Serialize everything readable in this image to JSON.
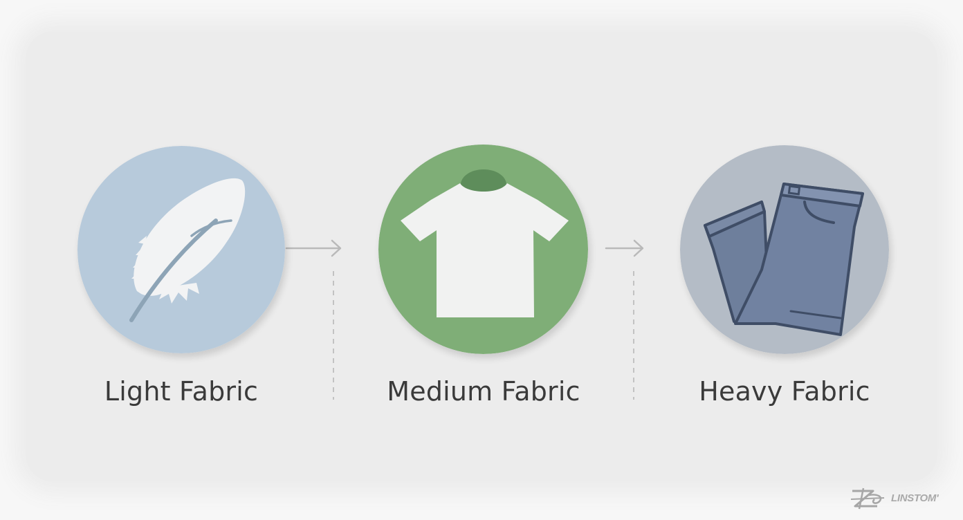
{
  "items": [
    {
      "label": "Light Fabric",
      "icon": "feather-icon",
      "color": "#b7cadb"
    },
    {
      "label": "Medium Fabric",
      "icon": "tshirt-icon",
      "color": "#7fae77"
    },
    {
      "label": "Heavy Fabric",
      "icon": "jeans-icon",
      "color": "#b4bcc6"
    }
  ],
  "watermark": {
    "text": "LINSTOM'",
    "icon": "logo-icon"
  },
  "colors": {
    "background": "#ececec",
    "label_text": "#3a3a3a",
    "connector": "#b9b9b9"
  }
}
